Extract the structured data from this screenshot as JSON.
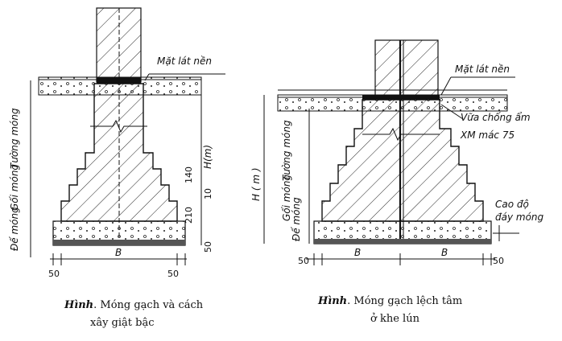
{
  "left": {
    "label_floor": "Mặt lát nền",
    "label_wall": "Tường móng",
    "label_step": "Gối móng",
    "label_base": "Đế móng",
    "dim_h": "H(m)",
    "dim_140": "140",
    "dim_10": "10",
    "dim_210": "210",
    "dim_b": "B",
    "dim_50a": "50",
    "dim_50b": "50",
    "dim_50c": "50",
    "caption_bold": "Hình",
    "caption_line1": ". Móng gạch và cách",
    "caption_line2": "xây giật bậc"
  },
  "right": {
    "label_floor": "Mặt lát nền",
    "label_damp1": "Vữa chống ẩm",
    "label_damp2": "XM mác 75",
    "label_wall": "Tường móng",
    "label_step": "Gối móng",
    "label_base": "Đế móng",
    "label_depth1": "Cao độ",
    "label_depth2": "đáy móng",
    "dim_h": "H ( m )",
    "dim_b1": "B",
    "dim_b2": "B",
    "dim_50a": "50",
    "dim_50b": "50",
    "caption_bold": "Hình",
    "caption_line1": ". Móng gạch lệch tâm",
    "caption_line2": "ở khe lún"
  }
}
